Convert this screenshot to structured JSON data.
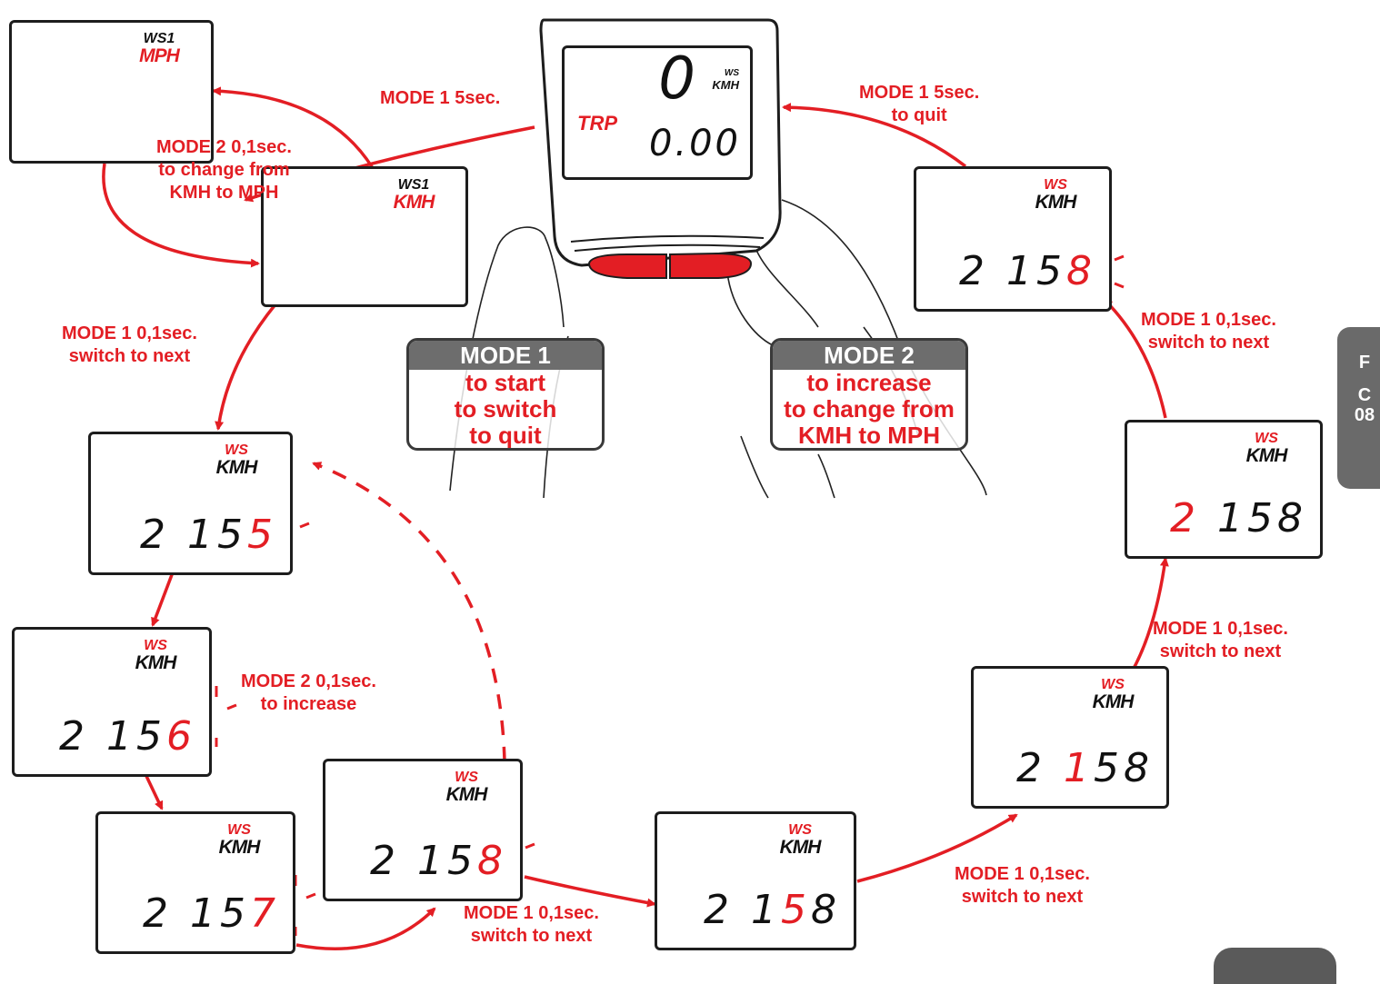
{
  "device": {
    "speed": "0",
    "unit_ws": "WS",
    "unit_kmh": "KMH",
    "mode": "TRP",
    "distance": "0.00"
  },
  "callouts": {
    "mode1": {
      "title": "MODE 1",
      "lines": [
        "to start",
        "to switch",
        "to quit"
      ]
    },
    "mode2": {
      "title": "MODE 2",
      "lines": [
        "to increase",
        "to change from",
        "KMH to MPH"
      ]
    }
  },
  "screens": {
    "mph": {
      "top": "WS1",
      "unit": "MPH"
    },
    "kmh": {
      "top": "WS1",
      "unit": "KMH"
    },
    "s5": {
      "ws": "WS",
      "unit": "KMH",
      "pre": "2 15",
      "blink": "5",
      "post": ""
    },
    "s6": {
      "ws": "WS",
      "unit": "KMH",
      "pre": "2 15",
      "blink": "6",
      "post": ""
    },
    "s7": {
      "ws": "WS",
      "unit": "KMH",
      "pre": "2 15",
      "blink": "7",
      "post": ""
    },
    "s8a": {
      "ws": "WS",
      "unit": "KMH",
      "pre": "2 15",
      "blink": "8",
      "post": ""
    },
    "s8b": {
      "ws": "WS",
      "unit": "KMH",
      "pre": "2 1",
      "blink": "5",
      "post": "8"
    },
    "s8c": {
      "ws": "WS",
      "unit": "KMH",
      "pre": "2 ",
      "blink": "1",
      "post": "58"
    },
    "s8d": {
      "ws": "WS",
      "unit": "KMH",
      "pre": "",
      "blink": "2",
      "post": " 158"
    },
    "s8e": {
      "ws": "WS",
      "unit": "KMH",
      "pre": "2 15",
      "blink": "8",
      "post": ""
    }
  },
  "labels": {
    "mode1_5sec_left": "MODE 1  5sec.",
    "mode1_5sec_right_1": "MODE 1  5sec.",
    "mode1_5sec_right_2": "to quit",
    "mode2_change_1": "MODE 2  0,1sec.",
    "mode2_change_2": "to change from",
    "mode2_change_3": "KMH to MPH",
    "next_left_1": "MODE 1  0,1sec.",
    "next_left_2": "switch to next",
    "inc_1": "MODE 2  0,1sec.",
    "inc_2": "to increase",
    "next_bottom_1": "MODE 1  0,1sec.",
    "next_bottom_2": "switch to next",
    "next_br_1": "MODE 1  0,1sec.",
    "next_br_2": "switch to next",
    "next_rl_1": "MODE 1  0,1sec.",
    "next_rl_2": "switch to next",
    "next_ru_1": "MODE 1  0,1sec.",
    "next_ru_2": "switch to next"
  },
  "side_tab": {
    "letter1": "F",
    "letter2": "C",
    "number": "08"
  },
  "colors": {
    "accent": "#e31e24",
    "frame": "#1d1d1d",
    "tab": "#6a6a6a"
  }
}
